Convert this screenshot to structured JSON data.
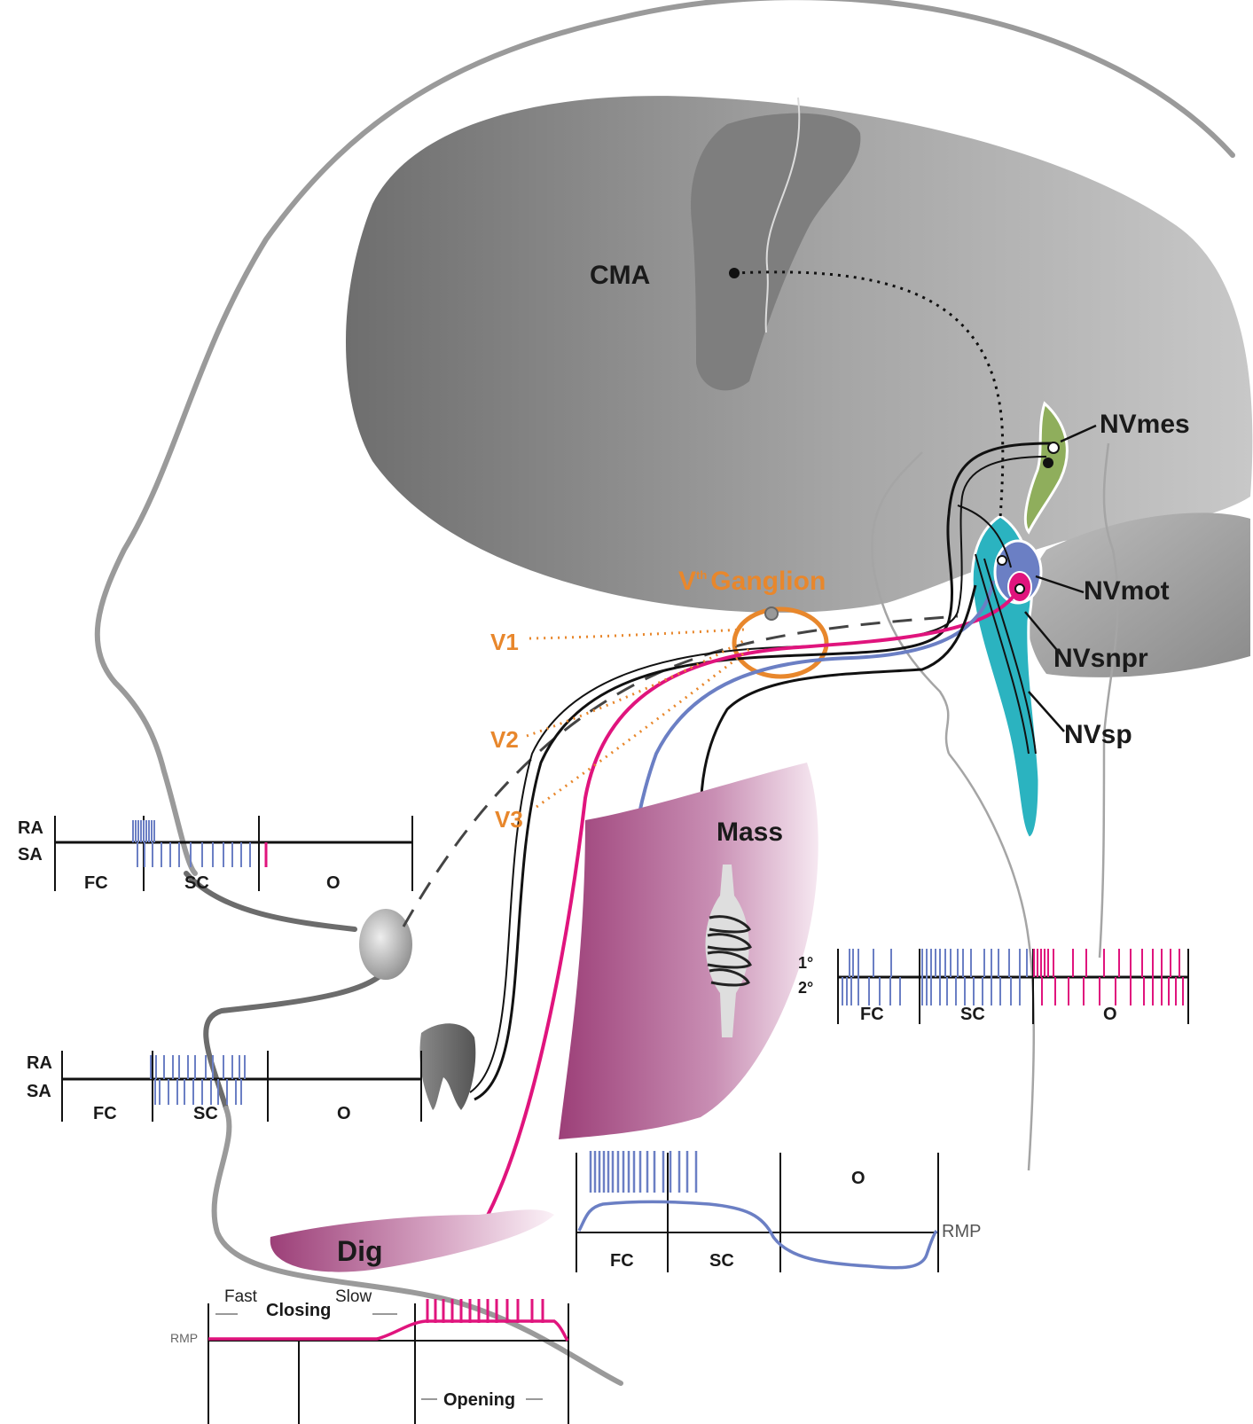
{
  "labels": {
    "cma": "CMA",
    "nvmes": "NVmes",
    "nvmot": "NVmot",
    "nvsnpr": "NVsnpr",
    "nvsp": "NVsp",
    "ganglion_v": "V",
    "ganglion_th": "th",
    "ganglion": "Ganglion",
    "v1": "V1",
    "v2": "V2",
    "v3": "V3",
    "mass": "Mass",
    "dig": "Dig"
  },
  "trace_lip": {
    "ra": "RA",
    "sa": "SA",
    "fc": "FC",
    "sc": "SC",
    "o": "O"
  },
  "trace_tooth": {
    "ra": "RA",
    "sa": "SA",
    "fc": "FC",
    "sc": "SC",
    "o": "O"
  },
  "trace_spindle": {
    "primary": "1°",
    "secondary": "2°",
    "fc": "FC",
    "sc": "SC",
    "o": "O"
  },
  "trace_mass": {
    "o": "O",
    "fc": "FC",
    "sc": "SC",
    "rmp": "RMP"
  },
  "trace_dig": {
    "fast": "Fast",
    "closing": "Closing",
    "slow": "Slow",
    "rmp": "RMP",
    "opening": "Opening"
  },
  "colors": {
    "blue": "#6b7fc4",
    "magenta": "#e0147d",
    "orange": "#e8872c",
    "teal": "#2bb3c0",
    "green": "#8fae5c",
    "muscle": "#a54d84"
  }
}
